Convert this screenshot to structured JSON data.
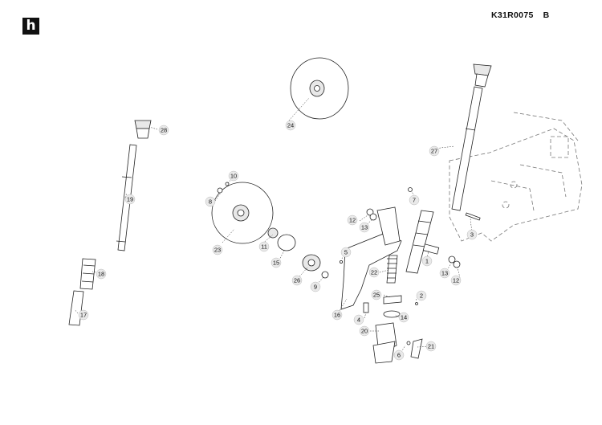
{
  "header": {
    "logo_letter": "h",
    "drawing_code": "K31R0075",
    "revision": "B"
  },
  "callouts": [
    {
      "id": "c1",
      "label": "1"
    },
    {
      "id": "c2",
      "label": "2"
    },
    {
      "id": "c3",
      "label": "3"
    },
    {
      "id": "c4",
      "label": "4"
    },
    {
      "id": "c5",
      "label": "5"
    },
    {
      "id": "c6",
      "label": "6"
    },
    {
      "id": "c7",
      "label": "7"
    },
    {
      "id": "c8",
      "label": "8"
    },
    {
      "id": "c9",
      "label": "9"
    },
    {
      "id": "c10",
      "label": "10"
    },
    {
      "id": "c11",
      "label": "11"
    },
    {
      "id": "c12a",
      "label": "12"
    },
    {
      "id": "c12b",
      "label": "12"
    },
    {
      "id": "c13a",
      "label": "13"
    },
    {
      "id": "c13b",
      "label": "13"
    },
    {
      "id": "c14",
      "label": "14"
    },
    {
      "id": "c15",
      "label": "15"
    },
    {
      "id": "c16",
      "label": "16"
    },
    {
      "id": "c17",
      "label": "17"
    },
    {
      "id": "c18",
      "label": "18"
    },
    {
      "id": "c19",
      "label": "19"
    },
    {
      "id": "c20",
      "label": "20"
    },
    {
      "id": "c21",
      "label": "21"
    },
    {
      "id": "c22",
      "label": "22"
    },
    {
      "id": "c23",
      "label": "23"
    },
    {
      "id": "c24",
      "label": "24"
    },
    {
      "id": "c25",
      "label": "25"
    },
    {
      "id": "c26",
      "label": "26"
    },
    {
      "id": "c27",
      "label": "27"
    },
    {
      "id": "c28",
      "label": "28"
    }
  ]
}
